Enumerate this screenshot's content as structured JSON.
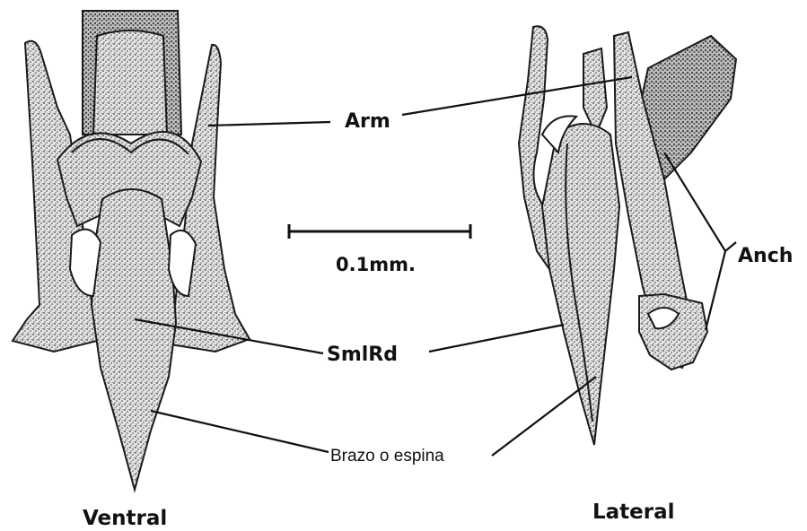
{
  "labels": {
    "arm": "Arm",
    "anch": "Anch",
    "scale": "0.1mm.",
    "smlrd": "SmlRd",
    "brazo": "Brazo o espina",
    "ventral": "Ventral",
    "lateral": "Lateral"
  },
  "colors": {
    "ink": "#111111",
    "stipple": "#3a3a3a",
    "fill": "#d9d9d9",
    "background": "#ffffff"
  }
}
